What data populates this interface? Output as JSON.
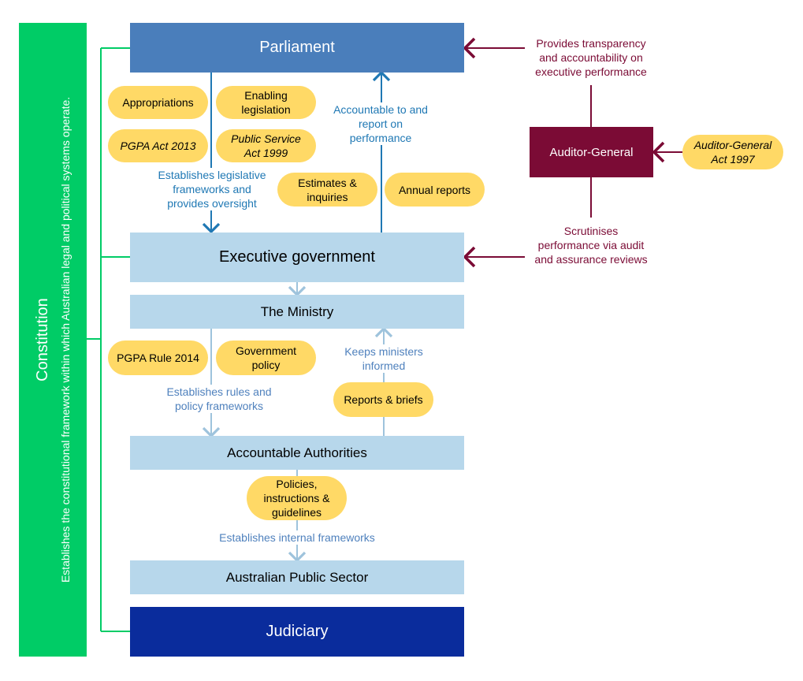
{
  "constitution": {
    "title": "Constitution",
    "subtitle": "Establishes the constitutional framework within which Australian legal and political systems operate."
  },
  "boxes": {
    "parliament": "Parliament",
    "executive": "Executive government",
    "ministry": "The Ministry",
    "authorities": "Accountable Authorities",
    "public_sector": "Australian Public Sector",
    "judiciary": "Judiciary",
    "auditor": "Auditor-General"
  },
  "pills": {
    "appropriations": "Appropriations",
    "enabling": "Enabling\nlegislation",
    "pgpa_act": "PGPA Act 2013",
    "ps_act": "Public Service\nAct 1999",
    "estimates": "Estimates &\ninquiries",
    "annual": "Annual reports",
    "pgpa_rule": "PGPA Rule 2014",
    "gov_policy": "Government\npolicy",
    "reports": "Reports & briefs",
    "policies": "Policies,\ninstructions &\nguidelines",
    "ag_act": "Auditor-General\nAct 1997"
  },
  "labels": {
    "establishes_legislative": "Establishes legislative\nframeworks and\nprovides oversight",
    "accountable": "Accountable to and\nreport on\nperformance",
    "establishes_rules": "Establishes rules and\npolicy frameworks",
    "keeps_informed": "Keeps ministers\ninformed",
    "internal": "Establishes internal frameworks",
    "transparency": "Provides transparency\nand accountability on\nexecutive performance",
    "scrutinises": "Scrutinises\nperformance via audit\nand assurance reviews"
  },
  "colors": {
    "constitution_green": "#00cc66",
    "parliament_blue": "#4a7ebb",
    "light_blue": "#b7d7eb",
    "judiciary_navy": "#0a2c9c",
    "auditor_maroon": "#7b0b35",
    "pill_yellow": "#ffd966",
    "arrow_blue": "#1f78b4",
    "arrow_light": "#9ec3dc"
  }
}
